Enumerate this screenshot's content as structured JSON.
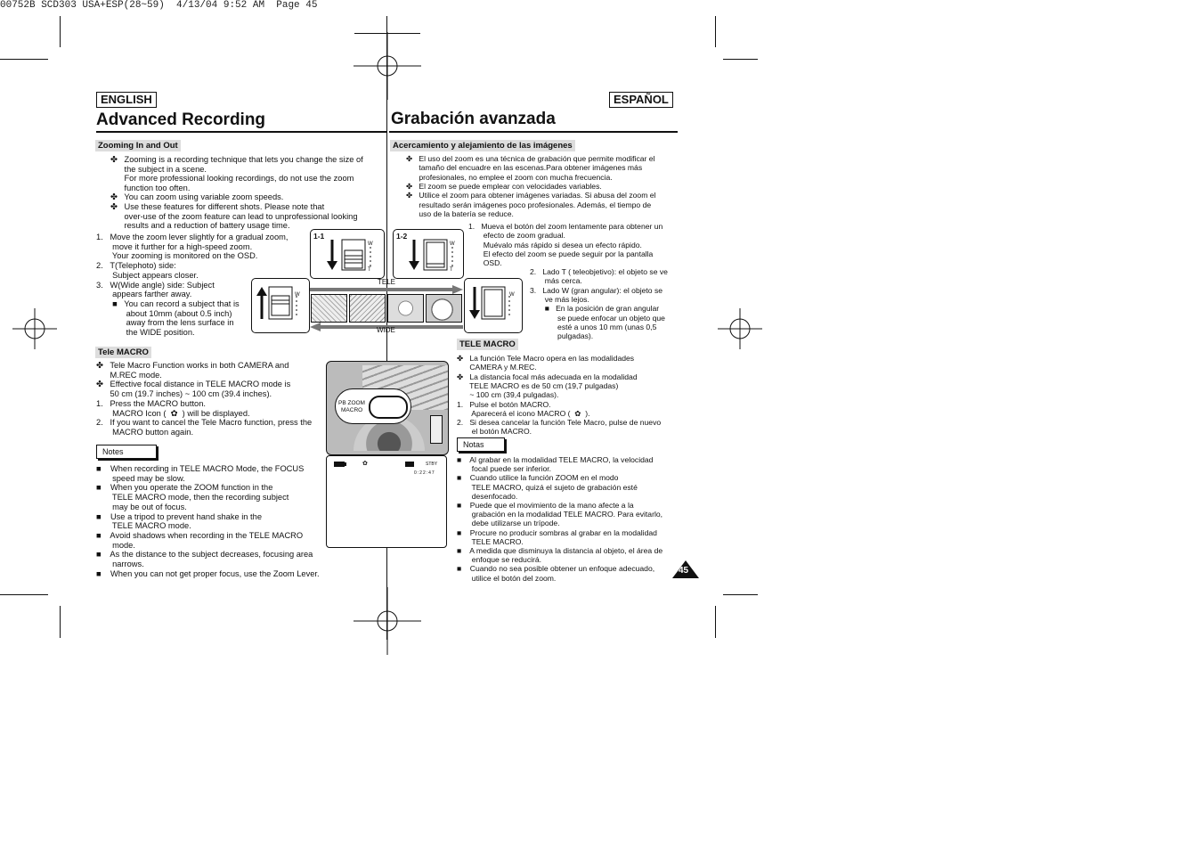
{
  "header": "00752B SCD303 USA+ESP(28~59)  4/13/04 9:52 AM  Page 45",
  "english": {
    "lang": "ENGLISH",
    "title": "Advanced Recording",
    "sec_zoom": "Zooming In and Out",
    "zoom_lines": [
      "✤   Zooming is a recording technique that lets you change the size of",
      "      the subject in a scene.",
      "      For more professional looking recordings, do not use the zoom",
      "      function too often.",
      "✤   You can zoom using variable zoom speeds.",
      "✤   Use these features for different shots. Please note that",
      "      over-use of the zoom feature can lead to unprofessional looking",
      "      results and a reduction of battery usage time."
    ],
    "steps": [
      "1.   Move the zoom lever slightly for a gradual zoom,",
      "       move it further for a high-speed zoom.",
      "       Your zooming is monitored on the OSD.",
      "2.   T(Telephoto) side:",
      "       Subject appears closer.",
      "3.   W(Wide angle) side: Subject",
      "       appears farther away.",
      "       ■   You can record a subject that is",
      "             about 10mm (about 0.5 inch)",
      "             away from the lens surface in",
      "             the WIDE position."
    ],
    "sec_macro": "Tele MACRO",
    "macro_lines": [
      "✤   Tele Macro Function works in both CAMERA and",
      "      M.REC mode.",
      "✤   Effective focal distance in TELE MACRO mode is",
      "      50 cm (19.7 inches) ~ 100 cm (39.4 inches).",
      "1.   Press the MACRO button.",
      "       MACRO Icon (  ✿  ) will be displayed.",
      "2.   If you want to cancel the Tele Macro function, press the",
      "       MACRO button again."
    ],
    "notes_label": "Notes",
    "notes": [
      "■    When recording in TELE MACRO Mode, the FOCUS",
      "       speed may be slow.",
      "■    When you operate the ZOOM function in the",
      "       TELE MACRO mode, then the recording subject",
      "       may be out of focus.",
      "■    Use a tripod to prevent hand shake in the",
      "       TELE MACRO mode.",
      "■    Avoid shadows when recording in the TELE MACRO",
      "       mode.",
      "■    As the distance to the subject decreases, focusing area",
      "       narrows.",
      "■    When you can not get proper focus, use the Zoom Lever."
    ]
  },
  "spanish": {
    "lang": "ESPAÑOL",
    "title": "Grabación avanzada",
    "sec_zoom": "Acercamiento y alejamiento de las imágenes",
    "zoom_lines": [
      "✤   El uso del zoom es una técnica de grabación que permite modificar el",
      "      tamaño del encuadre en las escenas.Para obtener imágenes más",
      "      profesionales, no emplee el zoom con mucha frecuencia.",
      "✤   El zoom se puede emplear con velocidades variables.",
      "✤   Utilice el zoom para obtener imágenes variadas. Si abusa del zoom el",
      "      resultado serán imágenes poco profesionales. Además, el tiempo de",
      "      uso de la batería se reduce."
    ],
    "steps_a": [
      "1.   Mueva el botón del zoom lentamente para obtener un",
      "       efecto de zoom gradual.",
      "       Muévalo más rápido si desea un efecto rápido.",
      "       El efecto del zoom se puede seguir por la pantalla",
      "       OSD."
    ],
    "steps_b": [
      "2.   Lado T ( teleobjetivo): el objeto se ve",
      "       más cerca.",
      "3.   Lado W (gran angular): el objeto se",
      "       ve más lejos.",
      "       ■   En la posición de gran angular",
      "             se puede enfocar un objeto que",
      "             esté a unos 10 mm (unas 0,5",
      "             pulgadas)."
    ],
    "sec_macro": "TELE MACRO",
    "macro_lines": [
      "✤   La función Tele Macro opera en las modalidades",
      "      CAMERA y M.REC.",
      "✤   La distancia focal más adecuada en la modalidad",
      "      TELE MACRO es de 50 cm (19,7 pulgadas)",
      "      ~ 100 cm (39,4 pulgadas).",
      "1.   Pulse el botón MACRO.",
      "       Aparecerá el icono MACRO (  ✿  ).",
      "2.   Si desea cancelar la función Tele Macro, pulse de nuevo",
      "       el botón MACRO."
    ],
    "notes_label": "Notas",
    "notes": [
      "■    Al grabar en la modalidad TELE MACRO, la velocidad",
      "       focal puede ser inferior.",
      "■    Cuando utilice la función ZOOM en el modo",
      "       TELE MACRO, quizá el sujeto de grabación esté",
      "       desenfocado.",
      "■    Puede que el movimiento de la mano afecte a la",
      "       grabación en la modalidad TELE MACRO. Para evitarlo,",
      "       debe utilizarse un trípode.",
      "■    Procure no producir sombras al grabar en la modalidad",
      "       TELE MACRO.",
      "■    A medida que disminuya la distancia al objeto, el área de",
      "       enfoque se reducirá.",
      "■    Cuando no sea posible obtener un enfoque adecuado,",
      "       utilice el botón del zoom."
    ]
  },
  "figures": {
    "fig1": "1-1",
    "fig2": "1-2",
    "tele": "TELE",
    "wide": "WIDE",
    "scale_w": "W",
    "scale_t": "T",
    "button_label_1": "PB ZOOM",
    "button_label_2": "MACRO",
    "osd_stby": "STBY",
    "osd_counter": "0:22:47",
    "page_number": "45"
  }
}
